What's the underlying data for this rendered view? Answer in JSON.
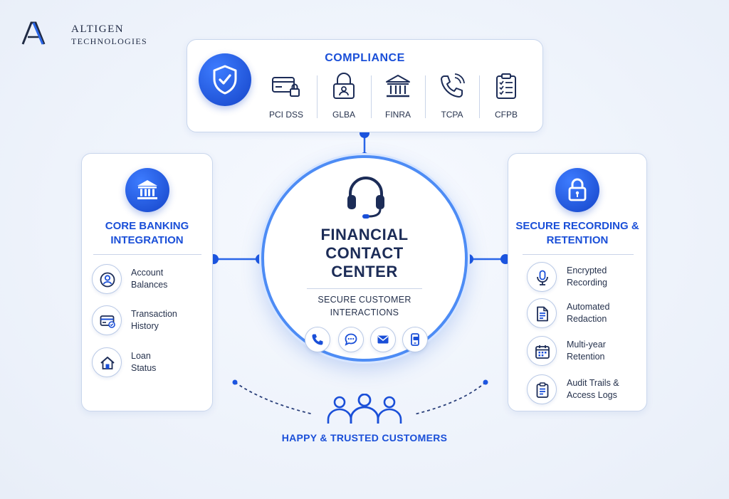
{
  "logo": {
    "word1": "ALTIGEN",
    "word2": "TECHNOLOGIES"
  },
  "compliance": {
    "title": "COMPLIANCE",
    "items": [
      {
        "label": "PCI DSS",
        "icon": "credit-card-lock-icon"
      },
      {
        "label": "GLBA",
        "icon": "padlock-user-icon"
      },
      {
        "label": "FINRA",
        "icon": "bank-icon"
      },
      {
        "label": "TCPA",
        "icon": "phone-call-icon"
      },
      {
        "label": "CFPB",
        "icon": "clipboard-checklist-icon"
      }
    ]
  },
  "core_banking": {
    "title": "CORE BANKING\nINTEGRATION",
    "items": [
      {
        "label": "Account\nBalances",
        "icon": "user-account-icon"
      },
      {
        "label": "Transaction\nHistory",
        "icon": "card-transaction-icon"
      },
      {
        "label": "Loan\nStatus",
        "icon": "house-icon"
      }
    ]
  },
  "center": {
    "title": "FINANCIAL\nCONTACT\nCENTER",
    "subtitle": "SECURE CUSTOMER\nINTERACTIONS",
    "channels": [
      "phone-icon",
      "chat-icon",
      "email-icon",
      "mobile-icon"
    ]
  },
  "secure_recording": {
    "title": "SECURE RECORDING\n& RETENTION",
    "items": [
      {
        "label": "Encrypted\nRecording",
        "icon": "microphone-icon"
      },
      {
        "label": "Automated\nRedaction",
        "icon": "document-icon"
      },
      {
        "label": "Multi-year\nRetention",
        "icon": "calendar-icon"
      },
      {
        "label": "Audit Trails &\nAccess Logs",
        "icon": "clipboard-list-icon"
      }
    ]
  },
  "customers": {
    "label": "HAPPY & TRUSTED CUSTOMERS",
    "icon": "people-group-icon"
  },
  "colors": {
    "accent": "#1a4fd8",
    "icon_fill": "#1544c8",
    "text": "#1c2c57",
    "connector": "#2a66e8"
  }
}
